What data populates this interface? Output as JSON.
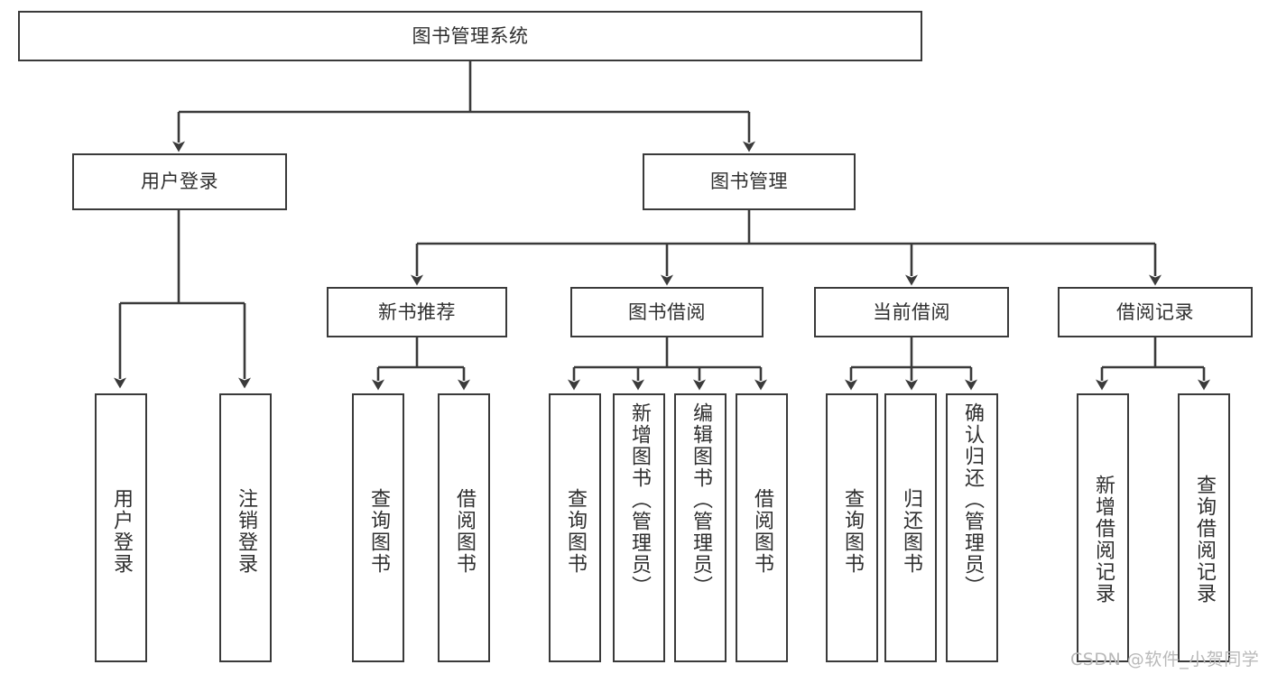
{
  "diagram": {
    "title": "图书管理系统",
    "type": "tree-hierarchy-chart",
    "stroke_color": "#3a3a3a",
    "text_color": "#2f2f2f",
    "background_color": "#ffffff"
  },
  "nodes": {
    "root": {
      "label": "图书管理系统"
    },
    "level1": [
      {
        "label": "用户登录"
      },
      {
        "label": "图书管理"
      }
    ],
    "level2": [
      {
        "label": "新书推荐"
      },
      {
        "label": "图书借阅"
      },
      {
        "label": "当前借阅"
      },
      {
        "label": "借阅记录"
      }
    ],
    "leaves_login": [
      {
        "label": "用户登录"
      },
      {
        "label": "注销登录"
      }
    ],
    "leaves_newbooks": [
      {
        "label": "查询图书"
      },
      {
        "label": "借阅图书"
      }
    ],
    "leaves_borrow": [
      {
        "label": "查询图书"
      },
      {
        "label": "新增图书（管理员）"
      },
      {
        "label": "编辑图书（管理员）"
      },
      {
        "label": "借阅图书"
      }
    ],
    "leaves_current": [
      {
        "label": "查询图书"
      },
      {
        "label": "归还图书"
      },
      {
        "label": "确认归还（管理员）"
      }
    ],
    "leaves_records": [
      {
        "label": "新增借阅记录"
      },
      {
        "label": "查询借阅记录"
      }
    ]
  },
  "watermark": {
    "text": "CSDN @软件_小贺同学"
  }
}
